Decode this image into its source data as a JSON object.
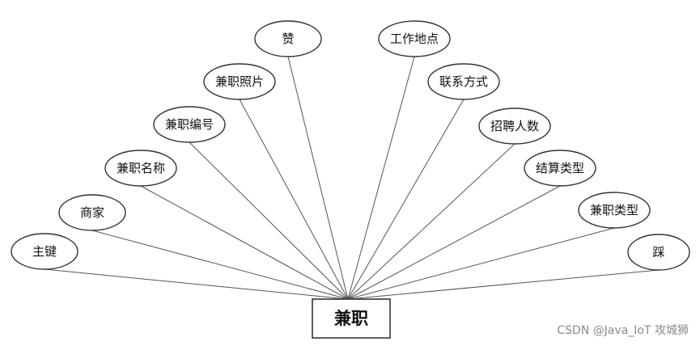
{
  "entity": {
    "label": "兼职"
  },
  "attributes": [
    {
      "id": "primary-key",
      "label": "主键"
    },
    {
      "id": "merchant",
      "label": "商家"
    },
    {
      "id": "job-name",
      "label": "兼职名称"
    },
    {
      "id": "job-number",
      "label": "兼职编号"
    },
    {
      "id": "job-photo",
      "label": "兼职照片"
    },
    {
      "id": "like",
      "label": "赞"
    },
    {
      "id": "work-location",
      "label": "工作地点"
    },
    {
      "id": "contact-info",
      "label": "联系方式"
    },
    {
      "id": "recruit-count",
      "label": "招聘人数"
    },
    {
      "id": "settlement-type",
      "label": "结算类型"
    },
    {
      "id": "job-type",
      "label": "兼职类型"
    },
    {
      "id": "dislike",
      "label": "踩"
    }
  ],
  "watermark": {
    "text": "CSDN @Java_IoT 攻城狮"
  }
}
